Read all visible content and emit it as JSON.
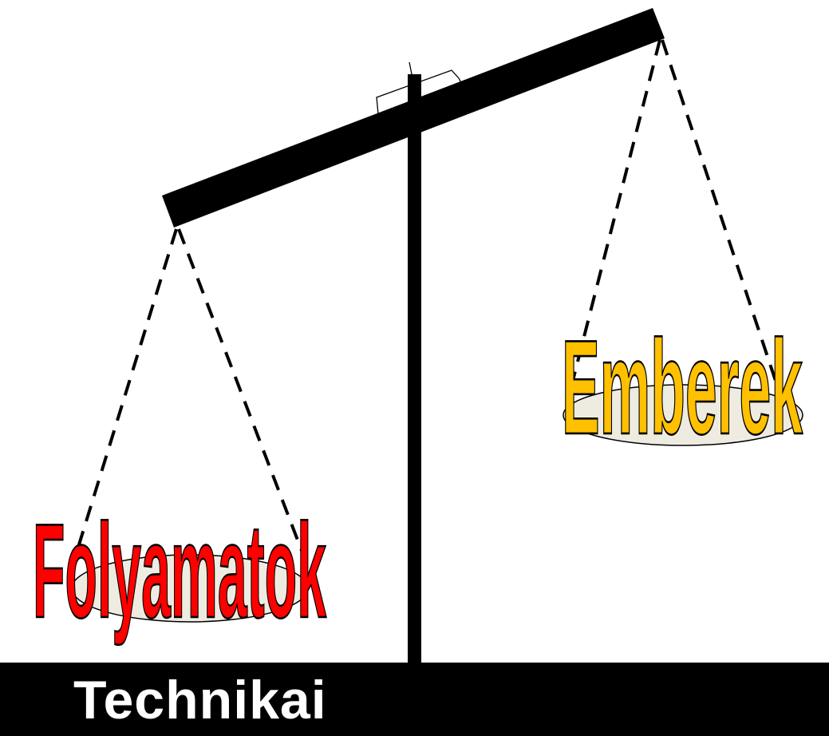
{
  "labels": {
    "left_pan": "Folyamatok",
    "right_pan": "Emberek",
    "base": "Technikai"
  },
  "colors": {
    "left_pan_text": "#ff0000",
    "right_pan_text": "#ffc000",
    "beam": "#000000",
    "pan_fill": "#eeece1",
    "background": "#ffffff"
  }
}
